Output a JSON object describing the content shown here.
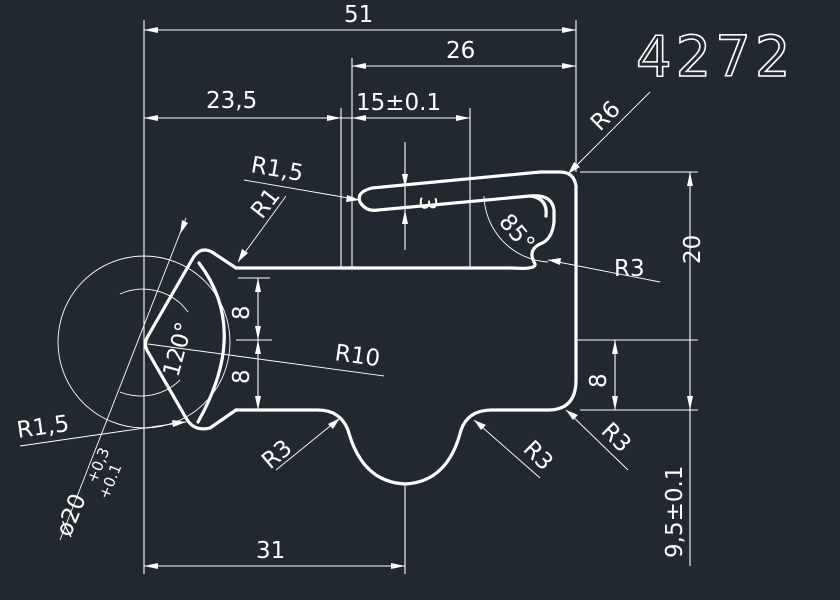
{
  "drawing": {
    "part_number": "4272",
    "background": "#212830",
    "line_color": "#ffffff",
    "dimensions": {
      "overall_width": "51",
      "slot_offset": "26",
      "left_offset": "23,5",
      "slot_width": "15±0.1",
      "slot_height": "3",
      "height_right": "20",
      "lower_right": "8",
      "bottom_height": "9,5±0.1",
      "bottom_left": "31",
      "left_upper": "8",
      "left_lower": "8"
    },
    "radii": {
      "r1_5_top": "R1,5",
      "r1": "R1",
      "r6": "R6",
      "r3_right": "R3",
      "r10": "R10",
      "r1_5_left": "R1,5",
      "r3_left_bottom": "R3",
      "r3_mid_bottom": "R3",
      "r3_right_bottom": "R3"
    },
    "angles": {
      "slot_angle": "85°",
      "nose_angle": "120°"
    },
    "diameter": {
      "prefix": "ø20",
      "tol_upper": "+0,3",
      "tol_lower": "+0.1"
    }
  }
}
